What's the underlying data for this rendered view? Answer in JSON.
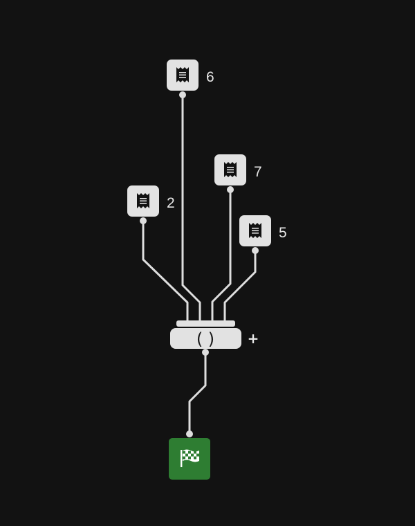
{
  "diagram": {
    "inputs": [
      {
        "id": "input-6",
        "label": "6",
        "icon": "receipt-icon"
      },
      {
        "id": "input-7",
        "label": "7",
        "icon": "receipt-icon"
      },
      {
        "id": "input-2",
        "label": "2",
        "icon": "receipt-icon"
      },
      {
        "id": "input-5",
        "label": "5",
        "icon": "receipt-icon"
      }
    ],
    "combiner": {
      "symbol": "( )",
      "operator": "+"
    },
    "output": {
      "icon": "checkered-flag-icon",
      "color": "#2e7d32"
    },
    "colors": {
      "background": "#121212",
      "node": "#e2e2e2",
      "wire": "#dedede",
      "text": "#e6e6e6"
    }
  }
}
